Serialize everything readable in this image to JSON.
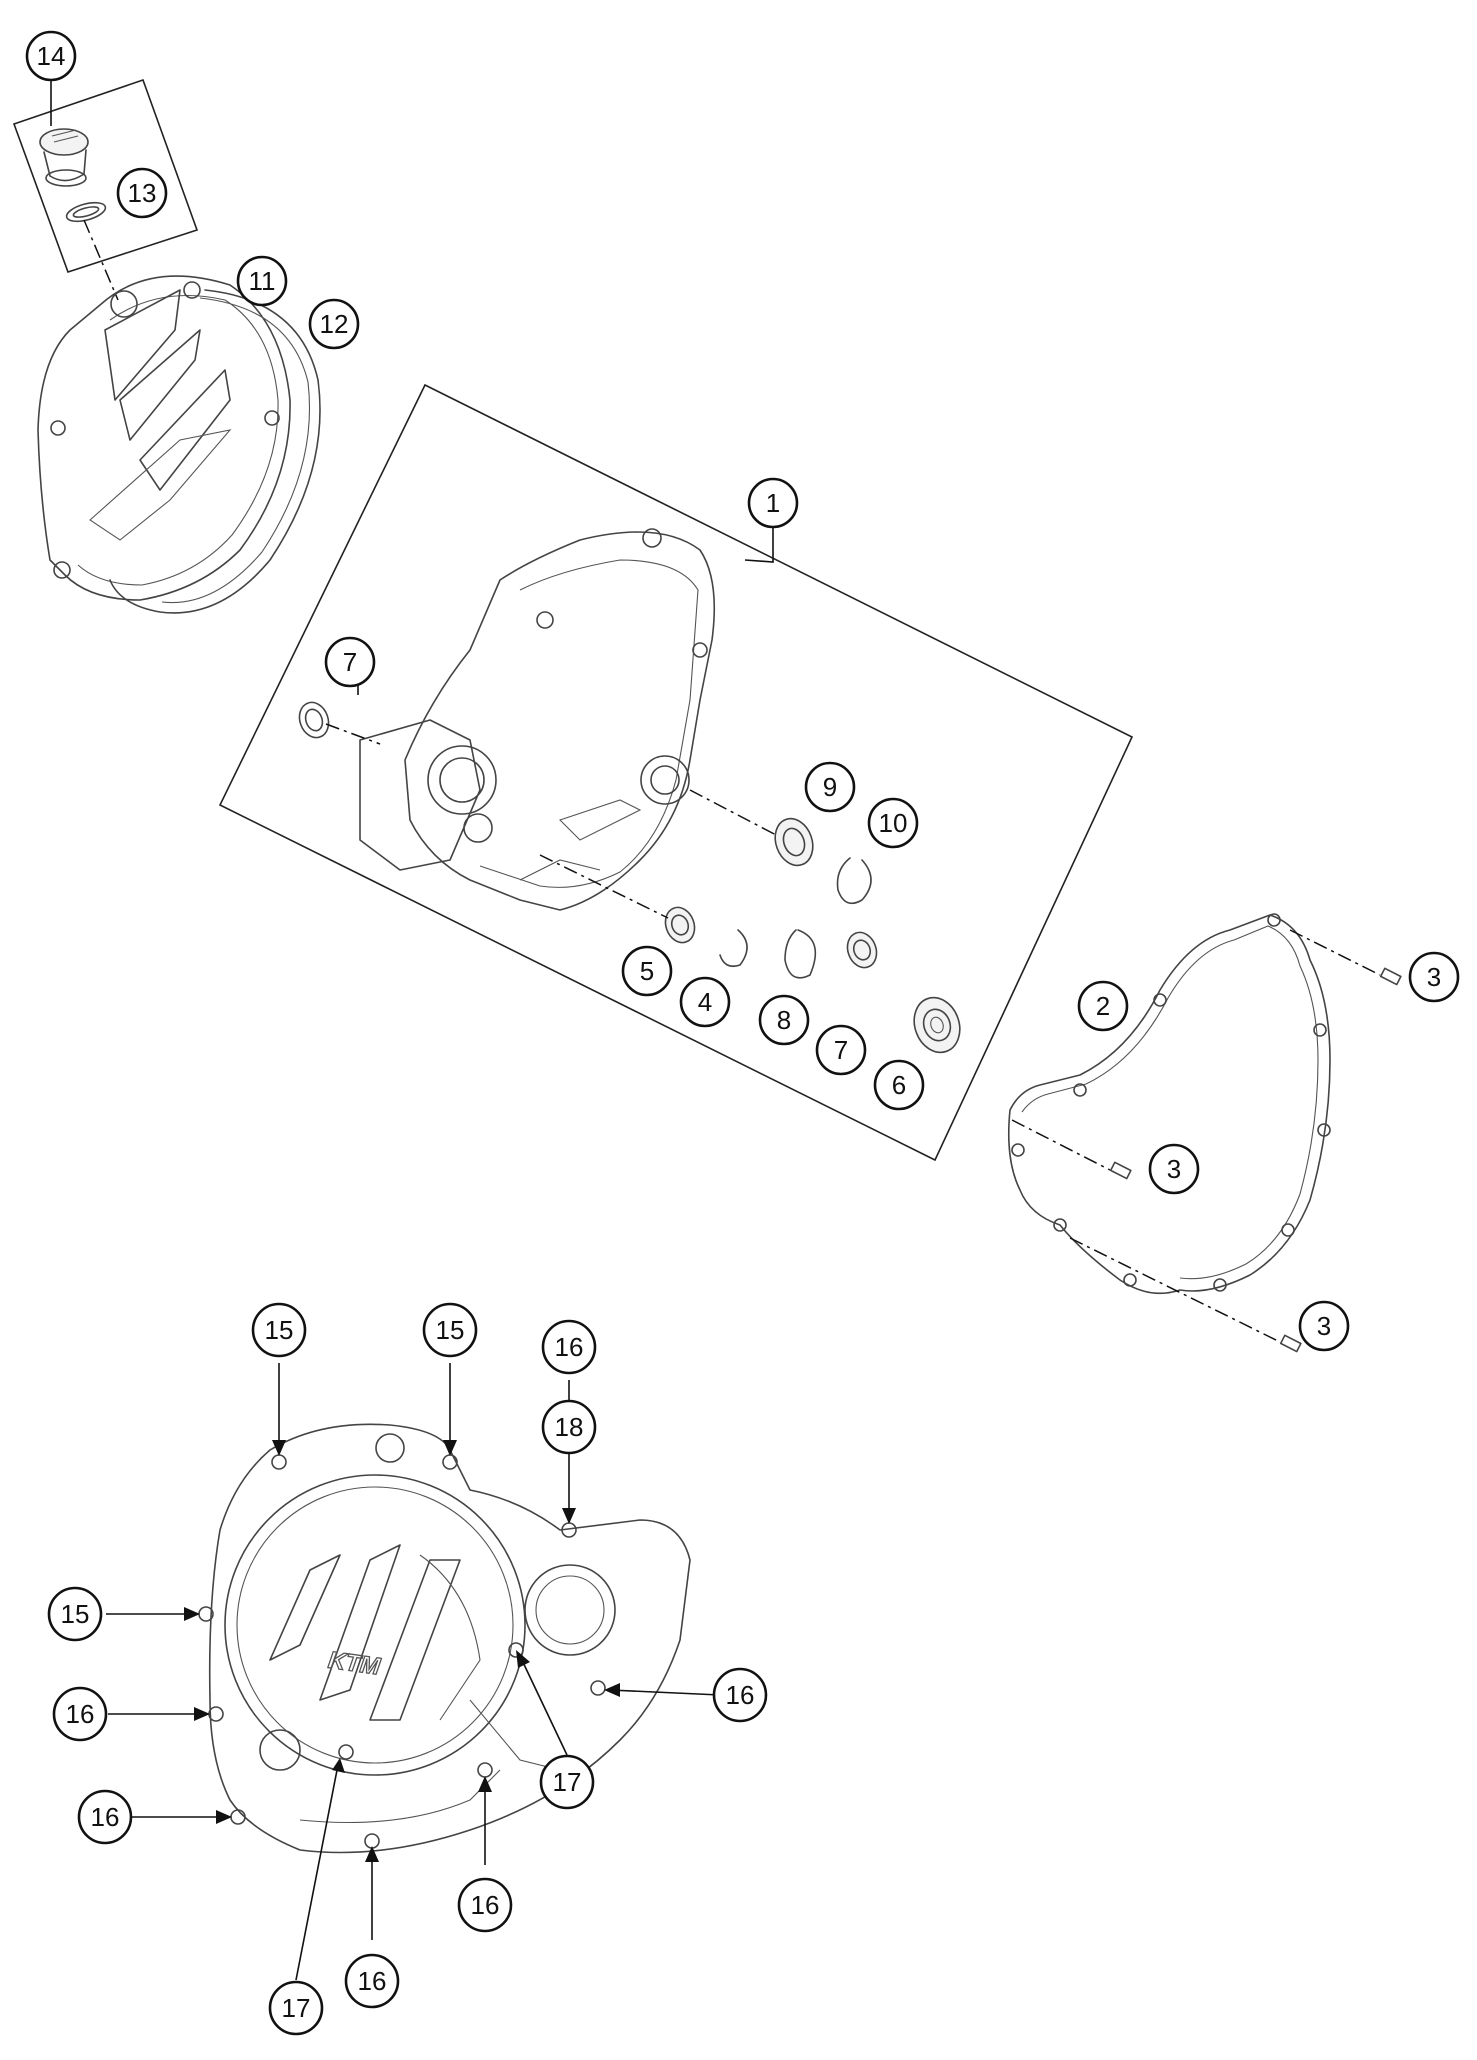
{
  "diagram": {
    "brand_mark": "KTM",
    "callouts": [
      {
        "id": "c14",
        "label": "14"
      },
      {
        "id": "c13",
        "label": "13"
      },
      {
        "id": "c11",
        "label": "11"
      },
      {
        "id": "c12",
        "label": "12"
      },
      {
        "id": "c1",
        "label": "1"
      },
      {
        "id": "c7a",
        "label": "7"
      },
      {
        "id": "c9",
        "label": "9"
      },
      {
        "id": "c10",
        "label": "10"
      },
      {
        "id": "c5",
        "label": "5"
      },
      {
        "id": "c4",
        "label": "4"
      },
      {
        "id": "c8",
        "label": "8"
      },
      {
        "id": "c7b",
        "label": "7"
      },
      {
        "id": "c6",
        "label": "6"
      },
      {
        "id": "c2",
        "label": "2"
      },
      {
        "id": "c3a",
        "label": "3"
      },
      {
        "id": "c3b",
        "label": "3"
      },
      {
        "id": "c3c",
        "label": "3"
      },
      {
        "id": "c15a",
        "label": "15"
      },
      {
        "id": "c15b",
        "label": "15"
      },
      {
        "id": "c16a",
        "label": "16"
      },
      {
        "id": "c18",
        "label": "18"
      },
      {
        "id": "c15c",
        "label": "15"
      },
      {
        "id": "c16b",
        "label": "16"
      },
      {
        "id": "c16c",
        "label": "16"
      },
      {
        "id": "c16d",
        "label": "16"
      },
      {
        "id": "c17a",
        "label": "17"
      },
      {
        "id": "c16e",
        "label": "16"
      },
      {
        "id": "c17b",
        "label": "17"
      },
      {
        "id": "c16f",
        "label": "16"
      }
    ]
  }
}
